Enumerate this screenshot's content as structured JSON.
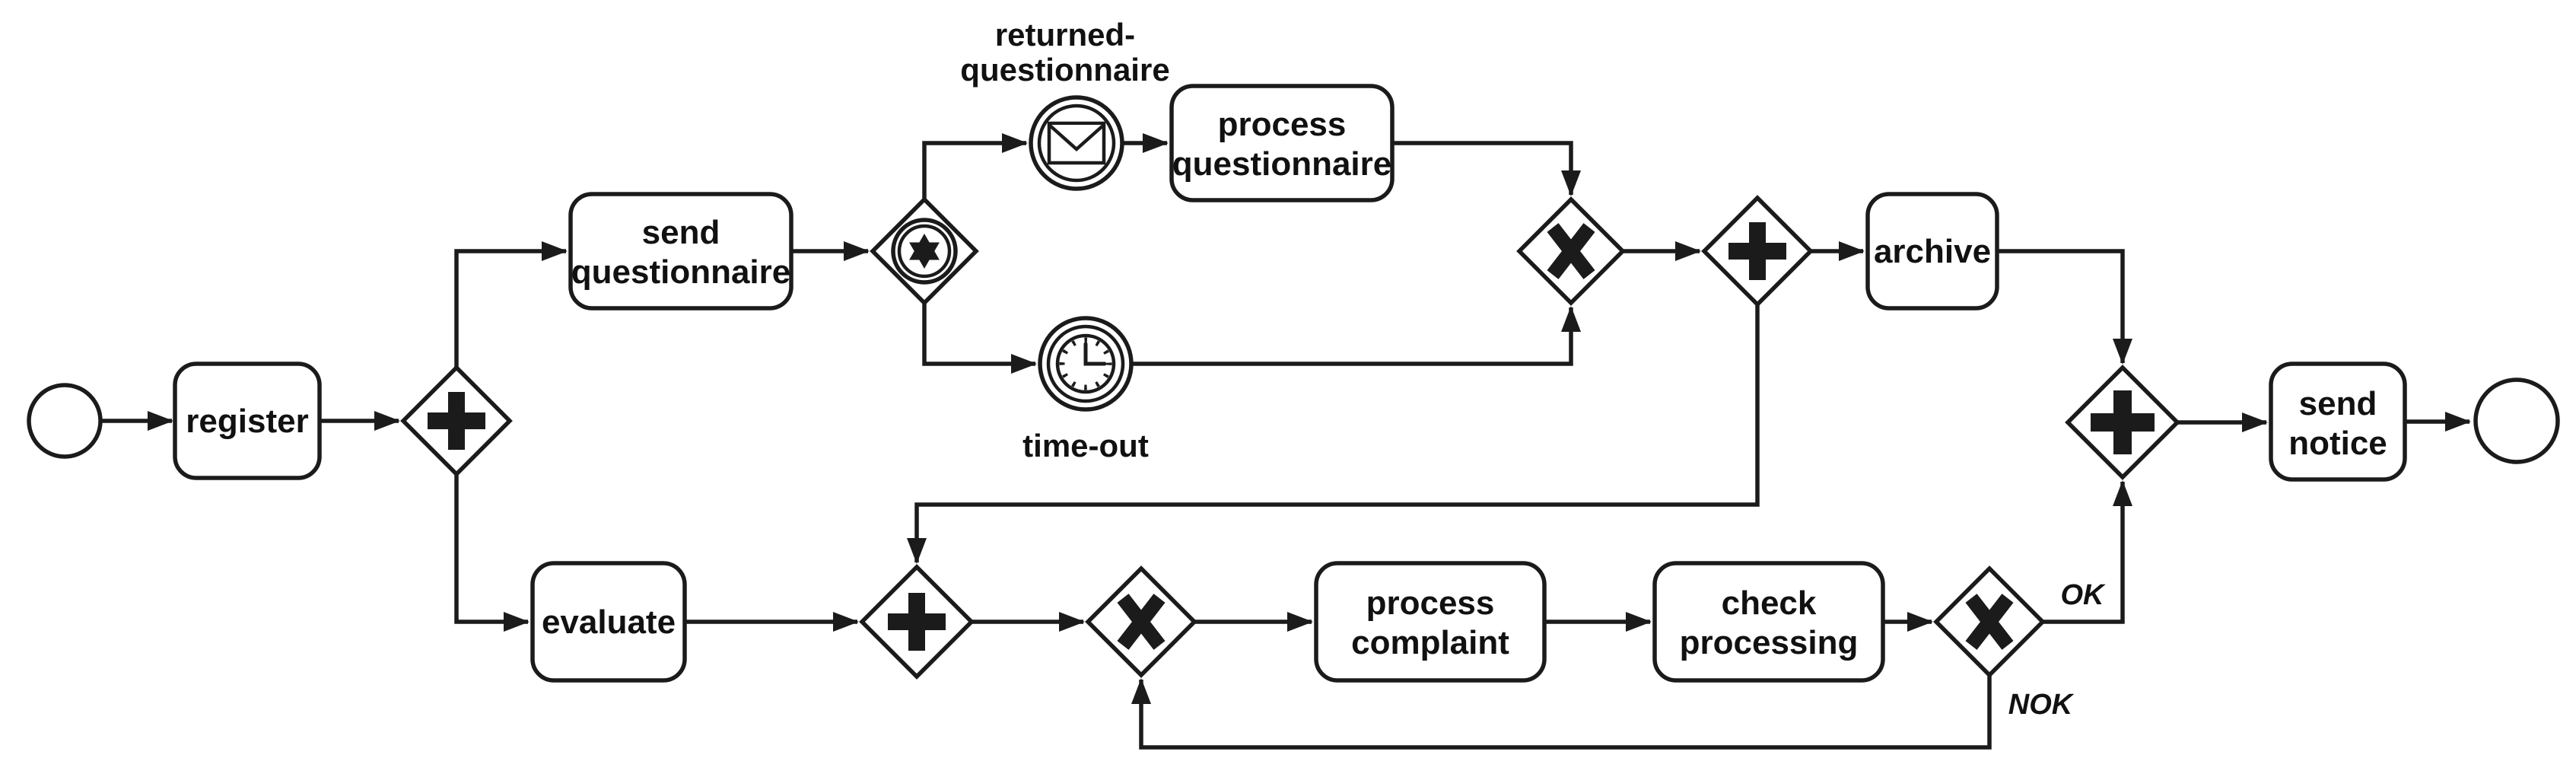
{
  "diagram": {
    "type": "bpmn-process",
    "colors": {
      "ink": "#1b1b1b",
      "background": "#ffffff"
    },
    "labels": {
      "register": "register",
      "send_questionnaire": [
        "send",
        "questionnaire"
      ],
      "returned_questionnaire": [
        "returned-",
        "questionnaire"
      ],
      "process_questionnaire": [
        "process",
        "questionnaire"
      ],
      "time_out": "time-out",
      "archive": "archive",
      "evaluate": "evaluate",
      "process_complaint": [
        "process",
        "complaint"
      ],
      "check_processing": [
        "check",
        "processing"
      ],
      "send_notice": [
        "send",
        "notice"
      ],
      "ok": "OK",
      "nok": "NOK"
    },
    "nodes": [
      {
        "id": "start",
        "type": "start-event",
        "label": ""
      },
      {
        "id": "register",
        "type": "task",
        "label": "register"
      },
      {
        "id": "par-split-1",
        "type": "parallel-gateway",
        "label": "+"
      },
      {
        "id": "send-questionnaire",
        "type": "task",
        "label": "send questionnaire"
      },
      {
        "id": "event-gateway",
        "type": "event-based-gateway",
        "label": ""
      },
      {
        "id": "returned-questionnaire",
        "type": "message-intermediate-event",
        "label": "returned-questionnaire"
      },
      {
        "id": "process-questionnaire",
        "type": "task",
        "label": "process questionnaire"
      },
      {
        "id": "time-out",
        "type": "timer-intermediate-event",
        "label": "time-out"
      },
      {
        "id": "xor-merge-top",
        "type": "xor-gateway",
        "label": "X"
      },
      {
        "id": "par-split-2",
        "type": "parallel-gateway",
        "label": "+"
      },
      {
        "id": "archive",
        "type": "task",
        "label": "archive"
      },
      {
        "id": "evaluate",
        "type": "task",
        "label": "evaluate"
      },
      {
        "id": "par-join-bottom",
        "type": "parallel-gateway",
        "label": "+"
      },
      {
        "id": "xor-loop",
        "type": "xor-gateway",
        "label": "X"
      },
      {
        "id": "process-complaint",
        "type": "task",
        "label": "process complaint"
      },
      {
        "id": "check-processing",
        "type": "task",
        "label": "check processing"
      },
      {
        "id": "xor-decision",
        "type": "xor-gateway",
        "label": "X"
      },
      {
        "id": "par-join-final",
        "type": "parallel-gateway",
        "label": "+"
      },
      {
        "id": "send-notice",
        "type": "task",
        "label": "send notice"
      },
      {
        "id": "end",
        "type": "end-event",
        "label": ""
      }
    ],
    "edges": [
      {
        "from": "start",
        "to": "register",
        "label": ""
      },
      {
        "from": "register",
        "to": "par-split-1",
        "label": ""
      },
      {
        "from": "par-split-1",
        "to": "send-questionnaire",
        "label": ""
      },
      {
        "from": "par-split-1",
        "to": "evaluate",
        "label": ""
      },
      {
        "from": "send-questionnaire",
        "to": "event-gateway",
        "label": ""
      },
      {
        "from": "event-gateway",
        "to": "returned-questionnaire",
        "label": ""
      },
      {
        "from": "event-gateway",
        "to": "time-out",
        "label": ""
      },
      {
        "from": "returned-questionnaire",
        "to": "process-questionnaire",
        "label": ""
      },
      {
        "from": "process-questionnaire",
        "to": "xor-merge-top",
        "label": ""
      },
      {
        "from": "time-out",
        "to": "xor-merge-top",
        "label": ""
      },
      {
        "from": "xor-merge-top",
        "to": "par-split-2",
        "label": ""
      },
      {
        "from": "par-split-2",
        "to": "archive",
        "label": ""
      },
      {
        "from": "par-split-2",
        "to": "par-join-bottom",
        "label": ""
      },
      {
        "from": "evaluate",
        "to": "par-join-bottom",
        "label": ""
      },
      {
        "from": "par-join-bottom",
        "to": "xor-loop",
        "label": ""
      },
      {
        "from": "xor-loop",
        "to": "process-complaint",
        "label": ""
      },
      {
        "from": "process-complaint",
        "to": "check-processing",
        "label": ""
      },
      {
        "from": "check-processing",
        "to": "xor-decision",
        "label": ""
      },
      {
        "from": "xor-decision",
        "to": "par-join-final",
        "label": "OK"
      },
      {
        "from": "xor-decision",
        "to": "xor-loop",
        "label": "NOK"
      },
      {
        "from": "archive",
        "to": "par-join-final",
        "label": ""
      },
      {
        "from": "par-join-final",
        "to": "send-notice",
        "label": ""
      },
      {
        "from": "send-notice",
        "to": "end",
        "label": ""
      }
    ]
  }
}
